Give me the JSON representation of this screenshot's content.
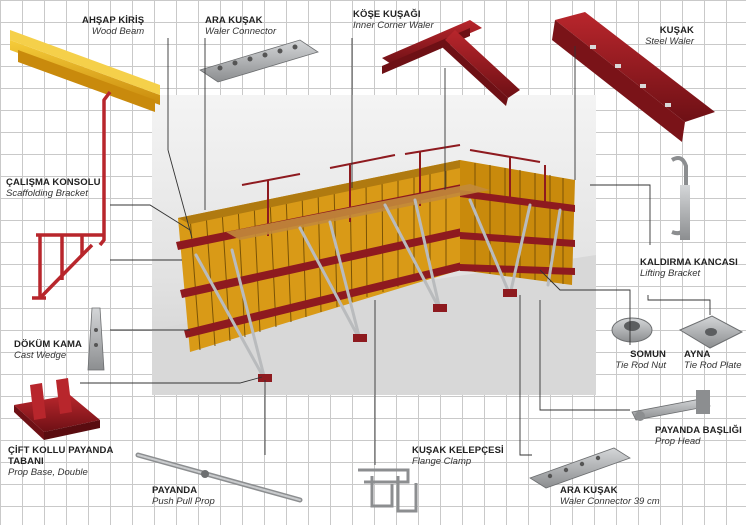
{
  "labels": {
    "wood_beam": {
      "tr": "AHŞAP KİRİŞ",
      "en": "Wood Beam"
    },
    "waler_connector": {
      "tr": "ARA KUŞAK",
      "en": "Waler Connector"
    },
    "inner_corner_waler": {
      "tr": "KÖŞE KUŞAĞI",
      "en": "Inner Corner Waler"
    },
    "steel_waler": {
      "tr": "KUŞAK",
      "en": "Steel Waler"
    },
    "scaffolding_bracket": {
      "tr": "ÇALIŞMA KONSOLU",
      "en": "Scaffolding Bracket"
    },
    "lifting_bracket": {
      "tr": "KALDIRMA KANCASI",
      "en": "Lifting Bracket"
    },
    "cast_wedge": {
      "tr": "DÖKÜM KAMA",
      "en": "Cast Wedge"
    },
    "tie_rod_nut": {
      "tr": "SOMUN",
      "en": "Tie Rod Nut"
    },
    "tie_rod_plate": {
      "tr": "AYNA",
      "en": "Tie Rod Plate"
    },
    "prop_head": {
      "tr": "PAYANDA BAŞLIĞI",
      "en": "Prop Head"
    },
    "prop_base_double": {
      "tr": "ÇİFT KOLLU PAYANDA",
      "tr2": "TABANI",
      "en": "Prop Base, Double"
    },
    "push_pull_prop": {
      "tr": "PAYANDA",
      "en": "Push Pull Prop"
    },
    "flange_clamp": {
      "tr": "KUŞAK KELEPÇESİ",
      "en": "Flange Clamp"
    },
    "waler_connector_39": {
      "tr": "ARA KUŞAK",
      "en": "Waler Connector 39 cm"
    }
  },
  "colors": {
    "steel_red": "#8e1a1f",
    "steel_red_light": "#b8262c",
    "timber_yellow": "#e9b21a",
    "galvanized": "#a9abad",
    "leader_line": "#333333"
  }
}
